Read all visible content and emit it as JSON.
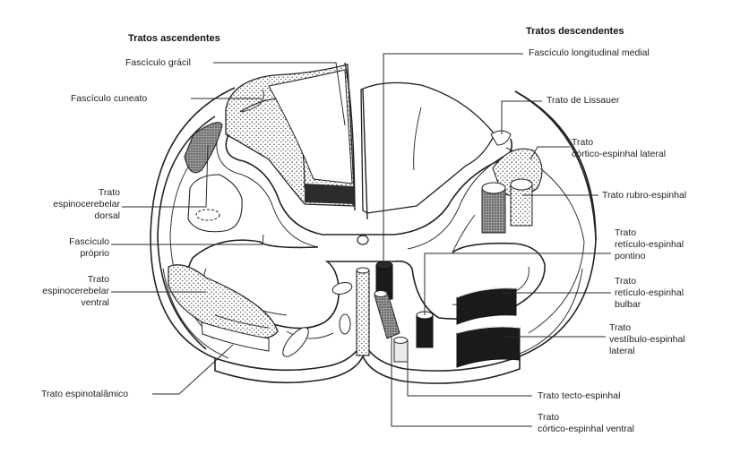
{
  "headings": {
    "ascending": "Tratos ascendentes",
    "descending": "Tratos descendentes"
  },
  "labels": {
    "fasciculo_gracil": "Fascículo grácil",
    "fasciculo_cuneato": "Fascículo cuneato",
    "espinocerebelar_dorsal": [
      "Trato",
      "espinocerebelar",
      "dorsal"
    ],
    "fasciculo_proprio": [
      "Fascículo",
      "próprio"
    ],
    "espinocerebelar_ventral": [
      "Trato",
      "espinocerebelar",
      "ventral"
    ],
    "espinotalamico": "Trato espinotalâmico",
    "fasciculo_longitudinal_medial": "Fascículo longitudinal medial",
    "lissauer": "Trato de Lissauer",
    "cortico_espinhal_lateral": [
      "Trato",
      "córtico-espinhal lateral"
    ],
    "rubro_espinhal": "Trato rubro-espinhal",
    "reticulo_espinhal_pontino": [
      "Trato",
      "retículo-espinhal",
      "pontino"
    ],
    "reticulo_espinhal_bulbar": [
      "Trato",
      "retículo-espinhal",
      "bulbar"
    ],
    "vestibulo_espinhal_lateral": [
      "Trato",
      "vestíbulo-espinhal",
      "lateral"
    ],
    "tecto_espinhal": "Trato tecto-espinhal",
    "cortico_espinhal_ventral": [
      "Trato",
      "córtico-espinhal ventral"
    ]
  },
  "colors": {
    "ink": "#1e1e1e",
    "stipple": "#6a6a6a",
    "solid_tract": "#1a1a1a",
    "paper": "#ffffff"
  }
}
